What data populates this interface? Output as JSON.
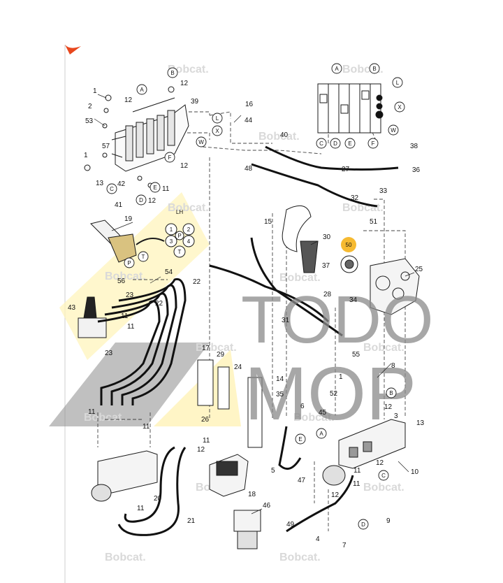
{
  "watermark": {
    "brand": "Bobcat.",
    "stamp_line1": "TODO",
    "stamp_line2": "MOP"
  },
  "colors": {
    "line": "#1a1a1a",
    "hose": "#111111",
    "dash": "#444444",
    "highlight_circle": "#f5b21b",
    "corner_mark": "#e8471d",
    "yellow_band": "#fff3b8",
    "gray_band": "#9a9a9a"
  },
  "inset_label": "LH",
  "part_numbers": {
    "p1a": "1",
    "p1b": "1",
    "p2": "2",
    "p3": "3",
    "p4": "4",
    "p5": "5",
    "p6": "6",
    "p7": "7",
    "p8": "8",
    "p9": "9",
    "p10": "10",
    "p11a": "11",
    "p11b": "11",
    "p11c": "11",
    "p11d": "11",
    "p11e": "11",
    "p11f": "11",
    "p11g": "11",
    "p11h": "11",
    "p12a": "12",
    "p12b": "12",
    "p12c": "12",
    "p12d": "12",
    "p12e": "12",
    "p12f": "12",
    "p12g": "12",
    "p13a": "13",
    "p13b": "13",
    "p14": "14",
    "p15": "15",
    "p16": "16",
    "p17": "17",
    "p18": "18",
    "p19": "19",
    "p20": "20",
    "p21": "21",
    "p22a": "22",
    "p22b": "22",
    "p23a": "23",
    "p23b": "23",
    "p24": "24",
    "p25": "25",
    "p26": "26",
    "p27": "27",
    "p28": "28",
    "p29": "29",
    "p30": "30",
    "p31": "31",
    "p32": "32",
    "p33": "33",
    "p34": "34",
    "p35": "35",
    "p36": "36",
    "p37": "37",
    "p38": "38",
    "p39": "39",
    "p40": "40",
    "p41": "41",
    "p42": "42",
    "p43": "43",
    "p44": "44",
    "p45": "45",
    "p46": "46",
    "p47": "47",
    "p48": "48",
    "p49": "49",
    "p50": "50",
    "p51": "51",
    "p52": "52",
    "p53": "53",
    "p54": "54",
    "p55": "55",
    "p56": "56",
    "p57": "57"
  },
  "port_letters": {
    "a_top": "A",
    "b_top": "B",
    "a_valve": "A",
    "b_valve": "B",
    "l_left": "L",
    "x_left": "X",
    "w_left": "W",
    "l_right": "L",
    "x_right": "X",
    "w_right": "W",
    "c_v1": "C",
    "d_v1": "D",
    "e_v1": "E",
    "f_v1": "F",
    "c_v2": "C",
    "d_v2": "D",
    "e_v2": "E",
    "f_v2": "F",
    "p_pilot": "P",
    "t_pilot": "T",
    "b_right": "B",
    "e_lower": "E",
    "a_lower": "A",
    "c_lower": "C",
    "d_lower": "D",
    "lh_1": "1",
    "lh_2": "2",
    "lh_3": "3",
    "lh_4": "4",
    "lh_p": "P",
    "lh_t": "T"
  }
}
